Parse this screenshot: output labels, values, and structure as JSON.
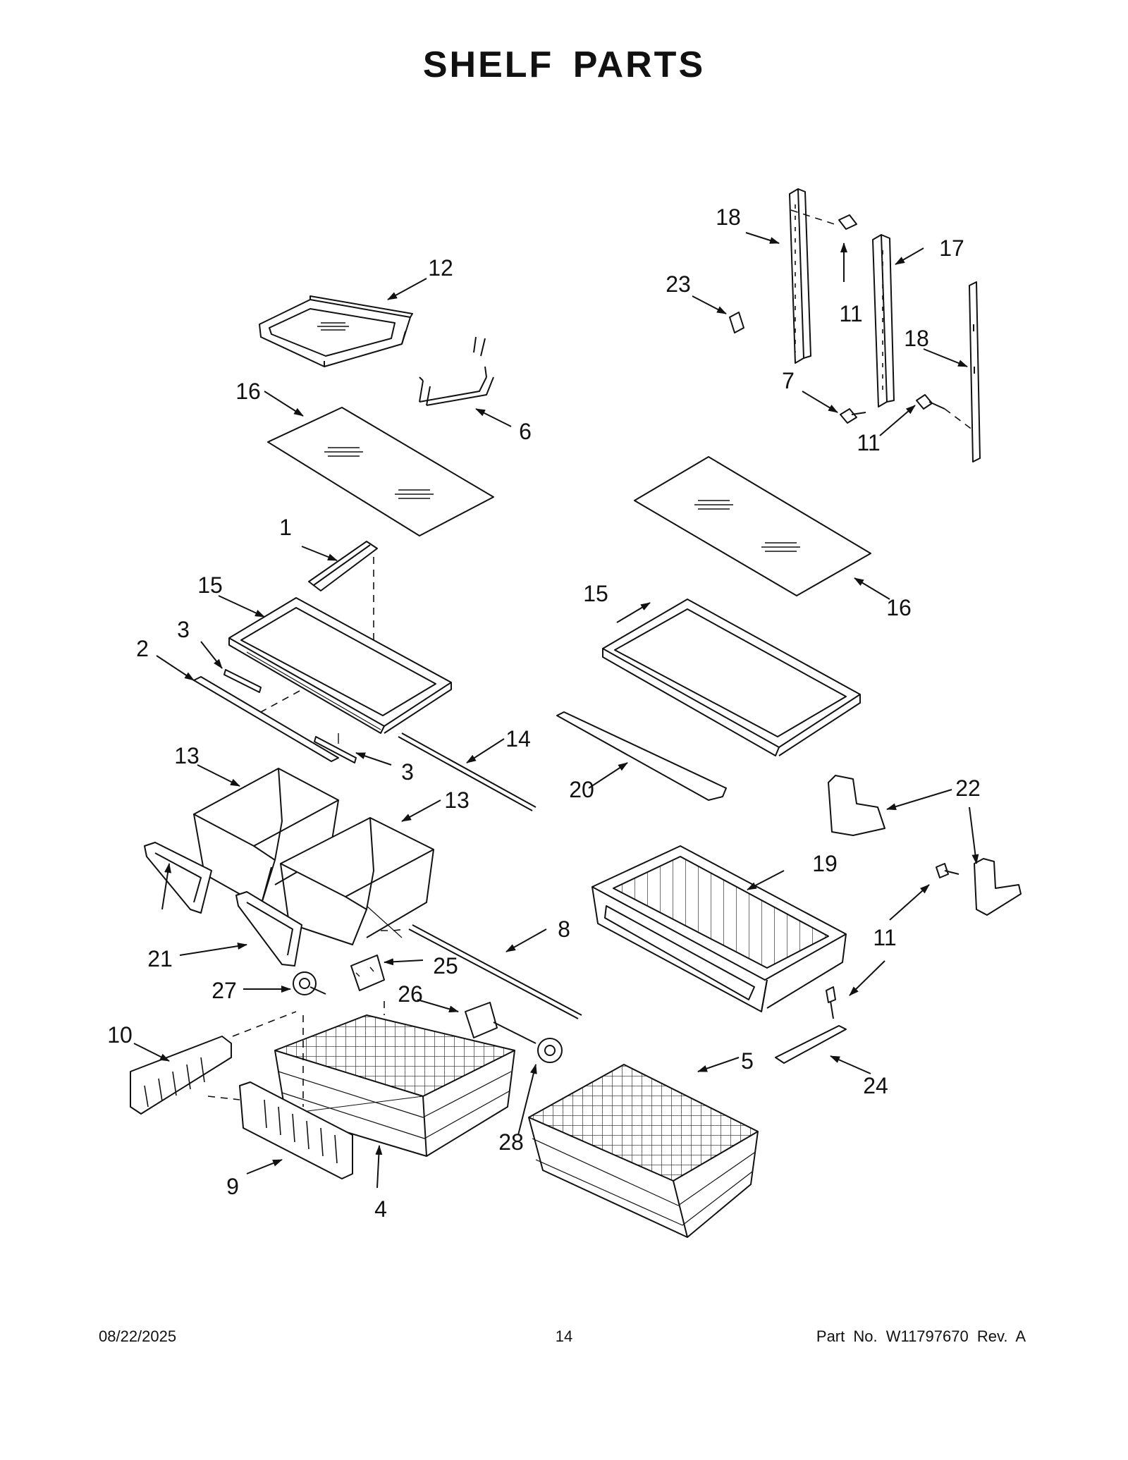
{
  "page": {
    "title": "SHELF PARTS",
    "footer": {
      "date": "08/22/2025",
      "page_number": "14",
      "part_number": "Part No.  W11797670  Rev.  A"
    }
  },
  "callouts": [
    {
      "id": "c12",
      "label": "12"
    },
    {
      "id": "c16a",
      "label": "16"
    },
    {
      "id": "c6",
      "label": "6"
    },
    {
      "id": "c1",
      "label": "1"
    },
    {
      "id": "c15a",
      "label": "15"
    },
    {
      "id": "c3a",
      "label": "3"
    },
    {
      "id": "c2",
      "label": "2"
    },
    {
      "id": "c3b",
      "label": "3"
    },
    {
      "id": "c14",
      "label": "14"
    },
    {
      "id": "c13a",
      "label": "13"
    },
    {
      "id": "c13b",
      "label": "13"
    },
    {
      "id": "c21",
      "label": "21"
    },
    {
      "id": "c8",
      "label": "8"
    },
    {
      "id": "c25",
      "label": "25"
    },
    {
      "id": "c27",
      "label": "27"
    },
    {
      "id": "c26",
      "label": "26"
    },
    {
      "id": "c10",
      "label": "10"
    },
    {
      "id": "c28",
      "label": "28"
    },
    {
      "id": "c9",
      "label": "9"
    },
    {
      "id": "c4",
      "label": "4"
    },
    {
      "id": "c18a",
      "label": "18"
    },
    {
      "id": "c17",
      "label": "17"
    },
    {
      "id": "c23",
      "label": "23"
    },
    {
      "id": "c11a",
      "label": "11"
    },
    {
      "id": "c18b",
      "label": "18"
    },
    {
      "id": "c7",
      "label": "7"
    },
    {
      "id": "c11b",
      "label": "11"
    },
    {
      "id": "c16b",
      "label": "16"
    },
    {
      "id": "c15b",
      "label": "15"
    },
    {
      "id": "c20",
      "label": "20"
    },
    {
      "id": "c22",
      "label": "22"
    },
    {
      "id": "c19",
      "label": "19"
    },
    {
      "id": "c11c",
      "label": "11"
    },
    {
      "id": "c5",
      "label": "5"
    },
    {
      "id": "c24",
      "label": "24"
    }
  ]
}
